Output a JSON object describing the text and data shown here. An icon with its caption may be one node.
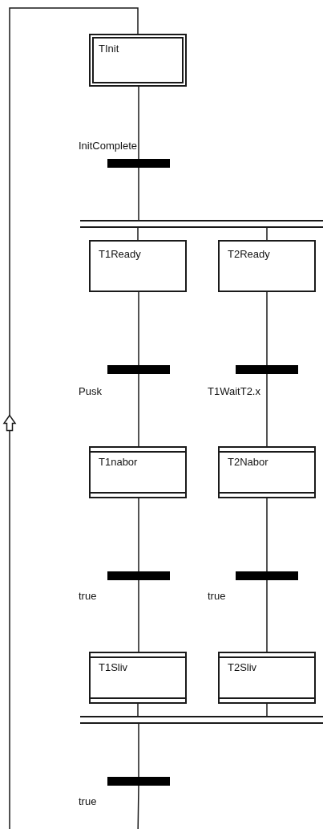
{
  "diagram": {
    "nodes": [
      {
        "text": [
          "TInit"
        ]
      },
      {
        "text": [],
        "shape": "bar",
        "beside": [
          "InitComplete"
        ]
      },
      {
        "text": [],
        "shape": "bar"
      },
      {
        "text": [
          "T1Ready"
        ]
      },
      {
        "text": [
          "T2Ready"
        ]
      },
      {
        "text": [],
        "shape": "bar",
        "beside": [
          "Pusk"
        ]
      },
      {
        "text": [],
        "shape": "bar",
        "beside": [
          "T1WaitT2.x"
        ]
      },
      {
        "text": [
          "T1nabor"
        ]
      },
      {
        "text": [
          "T2Nabor"
        ]
      },
      {
        "text": [],
        "shape": "bar",
        "beside": [
          "true"
        ]
      },
      {
        "text": [],
        "shape": "bar",
        "beside": [
          "true"
        ]
      },
      {
        "text": [
          "T1Sliv"
        ]
      },
      {
        "text": [
          "T2Sliv"
        ]
      },
      {
        "text": [],
        "shape": "bar"
      },
      {
        "text": [],
        "shape": "bar",
        "beside": [
          "true"
        ]
      }
    ],
    "edges": [
      {
        "from": 0,
        "to": 1,
        "arrow": "none"
      },
      {
        "from": 1,
        "to": 2,
        "arrow": "none"
      },
      {
        "from": 2,
        "to": 3,
        "arrow": "none"
      },
      {
        "from": 2,
        "to": 4,
        "arrow": "none"
      },
      {
        "from": 3,
        "to": 5,
        "arrow": "none"
      },
      {
        "from": 4,
        "to": 6,
        "arrow": "none"
      },
      {
        "from": 5,
        "to": 7,
        "arrow": "none"
      },
      {
        "from": 6,
        "to": 8,
        "arrow": "none"
      },
      {
        "from": 7,
        "to": 9,
        "arrow": "none"
      },
      {
        "from": 8,
        "to": 10,
        "arrow": "none"
      },
      {
        "from": 9,
        "to": 11,
        "arrow": "none"
      },
      {
        "from": 10,
        "to": 12,
        "arrow": "none"
      },
      {
        "from": 11,
        "to": 13,
        "arrow": "none"
      },
      {
        "from": 12,
        "to": 13,
        "arrow": "none"
      },
      {
        "from": 13,
        "to": 14,
        "arrow": "none"
      },
      {
        "from": 14,
        "to": 0,
        "arrow": "none"
      }
    ]
  }
}
